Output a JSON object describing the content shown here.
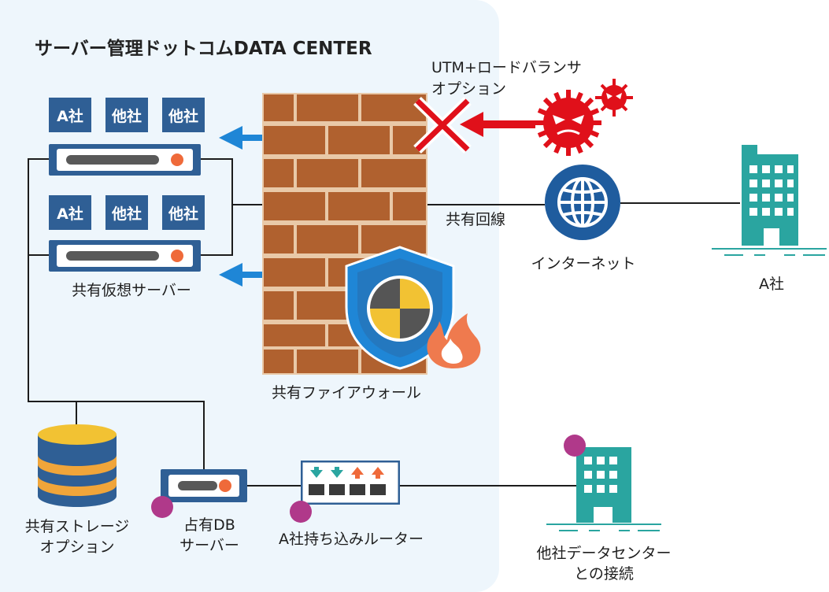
{
  "title": "サーバー管理ドットコムDATA CENTER",
  "shared_vps": {
    "label": "共有仮想サーバー",
    "rows": [
      [
        "A社",
        "他社",
        "他社"
      ],
      [
        "A社",
        "他社",
        "他社"
      ]
    ]
  },
  "firewall": {
    "label": "共有ファイアウォール"
  },
  "utm": {
    "line1": "UTM+ロードバランサ",
    "line2": "オプション"
  },
  "shared_line": "共有回線",
  "internet": "インターネット",
  "company_a": "A社",
  "storage": {
    "line1": "共有ストレージ",
    "line2": "オプション"
  },
  "db_server": {
    "line1": "占有DB",
    "line2": "サーバー"
  },
  "router": "A社持ち込みルーター",
  "other_dc": {
    "line1": "他社データセンター",
    "line2": "との接続"
  },
  "icons": [
    "server-icon",
    "brick-firewall-icon",
    "shield-icon",
    "flame-icon",
    "virus-icon",
    "block-x-icon",
    "globe-icon",
    "building-icon",
    "database-icon",
    "router-icon",
    "arrow-left-icon"
  ],
  "colors": {
    "navy": "#2f5f95",
    "brick": "#b0612f",
    "mortar": "#e9c9a8",
    "arrow_blue": "#1f86d6",
    "alert_red": "#e0101a",
    "teal": "#2aa5a0",
    "globe": "#1f5c9e",
    "magenta": "#b0398a",
    "orange": "#ef6a3a",
    "yellow": "#f2c233"
  }
}
